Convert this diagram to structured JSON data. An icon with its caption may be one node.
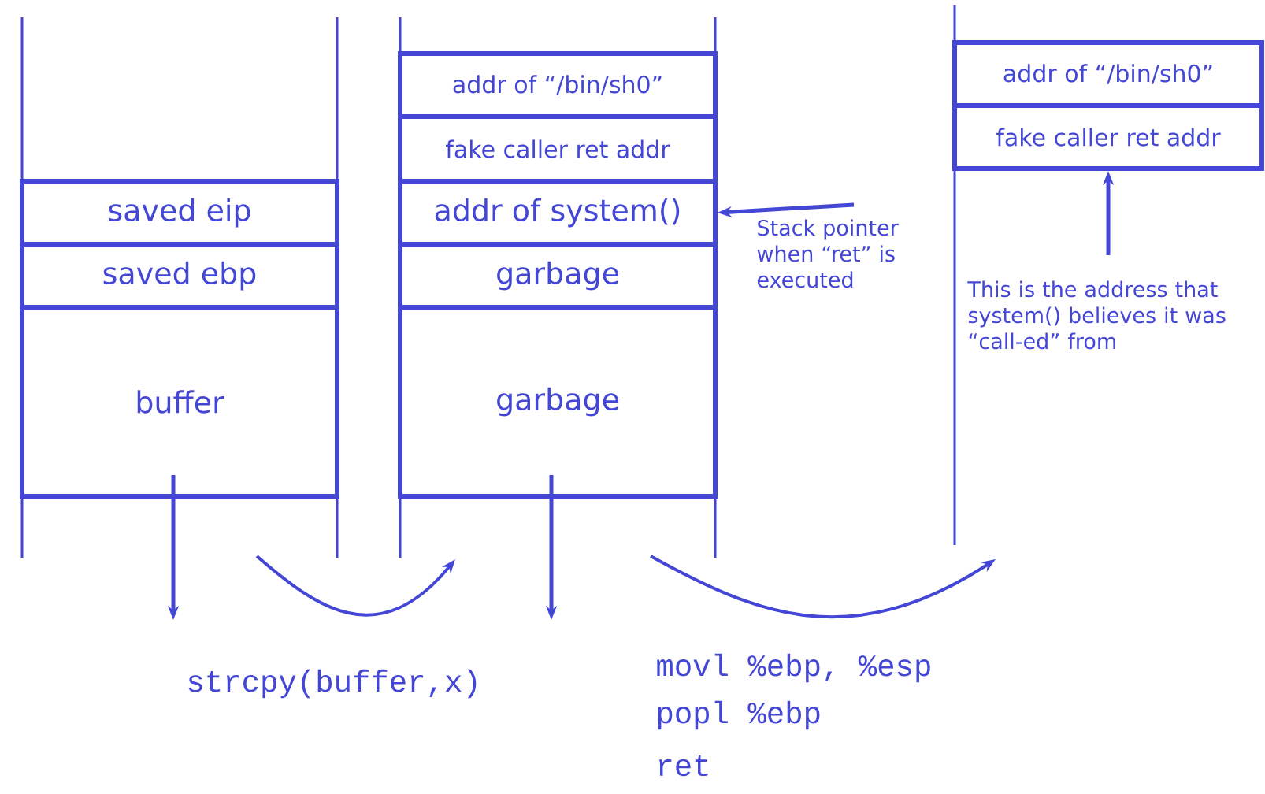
{
  "diagram": {
    "nodes": [
      {
        "text": [
          "saved eip"
        ]
      },
      {
        "text": [
          "saved ebp"
        ]
      },
      {
        "text": [
          "buffer"
        ]
      },
      {
        "text": [
          "addr of “/bin/sh0”"
        ]
      },
      {
        "text": [
          "fake caller ret addr"
        ]
      },
      {
        "text": [
          "addr of system()"
        ]
      },
      {
        "text": [
          "garbage"
        ]
      },
      {
        "text": [
          "garbage"
        ]
      },
      {
        "text": [
          "addr of “/bin/sh0”"
        ]
      },
      {
        "text": [
          "fake caller ret addr"
        ]
      },
      {
        "text": [
          "Stack pointer when “ret” is executed"
        ]
      },
      {
        "text": [
          "This is the address that system() believes it was “call-ed” from"
        ]
      }
    ],
    "edges": [
      {
        "from": 10,
        "to": 5,
        "arrow": "to"
      },
      {
        "from": 11,
        "to": 9,
        "arrow": "to"
      },
      {
        "from": 2,
        "to": null,
        "arrow": "to"
      },
      {
        "from": 7,
        "to": null,
        "arrow": "to"
      }
    ],
    "labels": [
      "strcpy(buffer,x)",
      "movl %ebp, %esp",
      "popl %ebp",
      "ret"
    ]
  }
}
